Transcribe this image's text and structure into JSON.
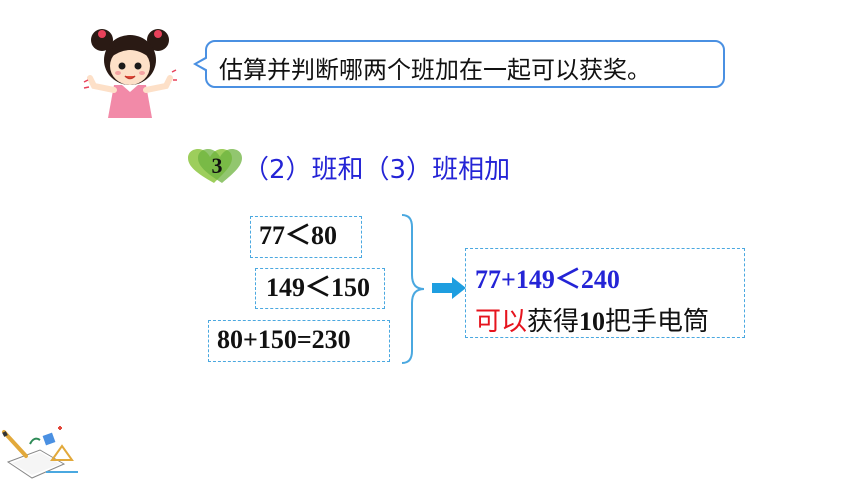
{
  "bubble": {
    "text": "估算并判断哪两个班加在一起可以获奖。"
  },
  "badge": {
    "number": "3"
  },
  "heading": {
    "text": "（2）班和（3）班相加"
  },
  "estimates": [
    "77＜80",
    "149＜150",
    "80+150=230"
  ],
  "result": {
    "expression": "77+149＜240",
    "conclusion_highlight": "可以",
    "conclusion_part1": "获得",
    "conclusion_number": "10",
    "conclusion_part2": "把手电筒"
  },
  "colors": {
    "heading_blue": "#2424d6",
    "highlight_red": "#e6141e",
    "frame_blue": "#4aa8e0",
    "heart_green": "#8cc63f"
  }
}
